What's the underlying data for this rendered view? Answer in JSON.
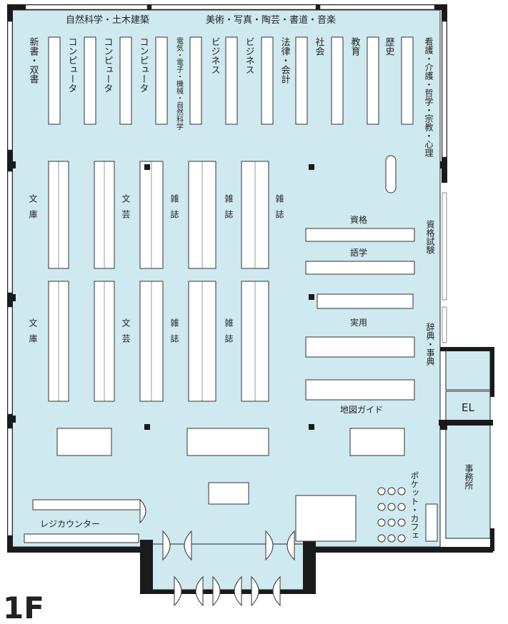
{
  "floor": "1F",
  "colors": {
    "floor_fill": "#cfe9f0",
    "wall": "#1a1a1a",
    "shelf_fill": "#ffffff",
    "line": "#333333"
  },
  "labels": {
    "top_left_wall": "自然科学・土木建築",
    "top_right_wall": "美術・写真・陶芸・書道・音楽",
    "shinsho": "新書・双書",
    "computer1": "コンピュータ",
    "computer2": "コンピュータ",
    "computer3": "コンピュータ",
    "denki": "電気・電子・機械・自然科学",
    "business1": "ビジネス",
    "business2": "ビジネス",
    "houritsu": "法律・会計",
    "shakai": "社会",
    "kyouiku": "教育",
    "rekishi": "歴史",
    "kango": "看護・介護・哲学・宗教・心理",
    "bunko1": "文庫",
    "bungei1": "文芸",
    "zasshi1": "雑誌",
    "zasshi2": "雑誌",
    "zasshi3": "雑誌",
    "bunko2": "文庫",
    "bungei2": "文芸",
    "zasshi4": "雑誌",
    "zasshi5": "雑誌",
    "shikaku": "資格",
    "gogaku": "語学",
    "jitsuyou": "実用",
    "chizu": "地図ガイド",
    "shikaku_shiken": "資格試験",
    "jiten": "辞典・事典",
    "el": "EL",
    "jimusho": "事務所",
    "cafe": "ポケット・カフェ",
    "register": "レジカウンター"
  }
}
